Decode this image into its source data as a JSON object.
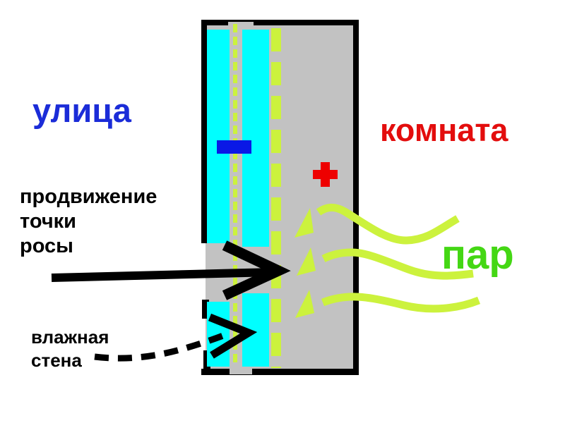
{
  "diagram": {
    "title_none": "",
    "labels": {
      "street": "улица",
      "room": "комната",
      "dew_point_progress": "продвижение\nточки\nросы",
      "steam": "пар",
      "wet_wall": "влажная\nстена"
    },
    "signs": {
      "cold_sign": "minus",
      "warm_sign": "plus"
    },
    "colors": {
      "street_blue": "#1b2cd8",
      "room_red": "#e30d0d",
      "steam_green": "#44d714",
      "minus_blue": "#0a18e6",
      "plus_red": "#ee0000",
      "wall_gray": "#c2c2c2",
      "cold_cyan": "#00ffff",
      "dash_yellowgreen": "#ccf23d",
      "arrow_black": "#000000",
      "background": "#ffffff"
    }
  }
}
